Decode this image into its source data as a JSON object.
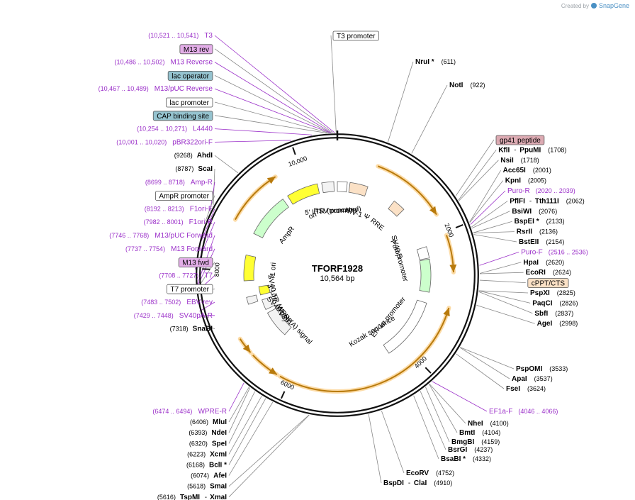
{
  "app": {
    "credit": "Created by",
    "brand": "SnapGene"
  },
  "map": {
    "name": "TFORF1928",
    "size_label": "10,564 bp",
    "length": 10564,
    "ticks": [
      {
        "pos": 2000,
        "label": "2000"
      },
      {
        "pos": 4000,
        "label": "4000"
      },
      {
        "pos": 6000,
        "label": "6000"
      },
      {
        "pos": 8000,
        "label": "8000"
      },
      {
        "pos": 10000,
        "label": "10,000"
      }
    ]
  },
  "labels": {
    "left": [
      {
        "kind": "feat",
        "range": "(10,521 .. 10,541)",
        "name": "T3",
        "pos": 10531
      },
      {
        "kind": "box",
        "name": "M13 rev",
        "color": "#e3aee8",
        "pos": 10510
      },
      {
        "kind": "feat",
        "range": "(10,486 .. 10,502)",
        "name": "M13 Reverse",
        "pos": 10494
      },
      {
        "kind": "box",
        "name": "lac operator",
        "color": "#95c3cf",
        "pos": 10485
      },
      {
        "kind": "feat",
        "range": "(10,467 .. 10,489)",
        "name": "M13/pUC Reverse",
        "pos": 10478
      },
      {
        "kind": "box",
        "name": "lac promoter",
        "color": "#ffffff",
        "pos": 10465
      },
      {
        "kind": "box",
        "name": "CAP binding site",
        "color": "#95c3cf",
        "pos": 10440
      },
      {
        "kind": "feat",
        "range": "(10,254 .. 10,271)",
        "name": "L4440",
        "pos": 10262
      },
      {
        "kind": "feat",
        "range": "(10,001 .. 10,020)",
        "name": "pBR322ori-F",
        "pos": 10010
      },
      {
        "kind": "enz",
        "range": "(9268)",
        "name": "AhdI",
        "pos": 9268
      },
      {
        "kind": "enz",
        "range": "(8787)",
        "name": "ScaI",
        "pos": 8787
      },
      {
        "kind": "feat",
        "range": "(8699 .. 8718)",
        "name": "Amp-R",
        "pos": 8708
      },
      {
        "kind": "box",
        "name": "AmpR promoter",
        "color": "#ffffff",
        "pos": 8580
      },
      {
        "kind": "feat",
        "range": "(8192 .. 8213)",
        "name": "F1ori-F",
        "pos": 8202
      },
      {
        "kind": "feat",
        "range": "(7982 .. 8001)",
        "name": "F1ori-R",
        "pos": 7991
      },
      {
        "kind": "feat",
        "range": "(7746 .. 7768)",
        "name": "M13/pUC Forward",
        "pos": 7757
      },
      {
        "kind": "feat",
        "range": "(7737 .. 7754)",
        "name": "M13 Forward",
        "pos": 7745
      },
      {
        "kind": "box",
        "name": "M13 fwd",
        "color": "#e3aee8",
        "pos": 7735
      },
      {
        "kind": "feat",
        "range": "(7708 .. 7727)",
        "name": "T7",
        "pos": 7717
      },
      {
        "kind": "box",
        "name": "T7 promoter",
        "color": "#ffffff",
        "pos": 7700
      },
      {
        "kind": "feat",
        "range": "(7483 .. 7502)",
        "name": "EBV-rev",
        "pos": 7492
      },
      {
        "kind": "feat",
        "range": "(7429 .. 7448)",
        "name": "SV40pA-R",
        "pos": 7438
      },
      {
        "kind": "enz",
        "range": "(7318)",
        "name": "SnaBI",
        "pos": 7318
      }
    ],
    "bottom_left": [
      {
        "kind": "feat",
        "range": "(6474 .. 6494)",
        "name": "WPRE-R",
        "pos": 6484
      },
      {
        "kind": "enz",
        "range": "(6406)",
        "name": "MluI",
        "pos": 6406
      },
      {
        "kind": "enz",
        "range": "(6393)",
        "name": "NdeI",
        "pos": 6393
      },
      {
        "kind": "enz",
        "range": "(6320)",
        "name": "SpeI",
        "pos": 6320
      },
      {
        "kind": "enz",
        "range": "(6223)",
        "name": "XcmI",
        "pos": 6223
      },
      {
        "kind": "enz",
        "range": "(6168)",
        "name": "BclI *",
        "pos": 6168
      },
      {
        "kind": "enz",
        "range": "(6074)",
        "name": "AfeI",
        "pos": 6074
      },
      {
        "kind": "enz",
        "range": "(5618)",
        "name": "SmaI",
        "pos": 5618
      },
      {
        "kind": "enz2",
        "range": "(5616)",
        "name": "TspMI",
        "name2": "XmaI",
        "pos": 5616
      }
    ],
    "right": [
      {
        "kind": "box",
        "name": "T3 promoter",
        "color": "#ffffff",
        "pos": 10550
      },
      {
        "kind": "enz",
        "name": "NruI *",
        "range": "(611)",
        "pos": 611
      },
      {
        "kind": "enz",
        "name": "NotI",
        "range": "(922)",
        "pos": 922
      },
      {
        "kind": "box",
        "name": "gp41 peptide",
        "color": "#dcaab2",
        "pos": 1650
      },
      {
        "kind": "enz2",
        "name": "KflI",
        "name2": "PpuMI",
        "range": "(1708)",
        "pos": 1708
      },
      {
        "kind": "enz",
        "name": "NsiI",
        "range": "(1718)",
        "pos": 1718
      },
      {
        "kind": "enz",
        "name": "Acc65I",
        "range": "(2001)",
        "pos": 2001
      },
      {
        "kind": "enz",
        "name": "KpnI",
        "range": "(2005)",
        "pos": 2005
      },
      {
        "kind": "feat",
        "name": "Puro-R",
        "range": "(2020 .. 2039)",
        "pos": 2030
      },
      {
        "kind": "enz2",
        "name": "PflFI",
        "name2": "Tth111I",
        "range": "(2062)",
        "pos": 2062
      },
      {
        "kind": "enz",
        "name": "BsiWI",
        "range": "(2076)",
        "pos": 2076
      },
      {
        "kind": "enz",
        "name": "BspEI *",
        "range": "(2133)",
        "pos": 2133
      },
      {
        "kind": "enz",
        "name": "RsrII",
        "range": "(2136)",
        "pos": 2136
      },
      {
        "kind": "enz",
        "name": "BstEII",
        "range": "(2154)",
        "pos": 2154
      },
      {
        "kind": "feat",
        "name": "Puro-F",
        "range": "(2516 .. 2536)",
        "pos": 2526
      },
      {
        "kind": "enz",
        "name": "HpaI",
        "range": "(2620)",
        "pos": 2620
      },
      {
        "kind": "enz",
        "name": "EcoRI",
        "range": "(2624)",
        "pos": 2624
      },
      {
        "kind": "box",
        "name": "cPPT/CTS",
        "color": "#fbe1c6",
        "pos": 2700
      },
      {
        "kind": "enz",
        "name": "PspXI",
        "range": "(2825)",
        "pos": 2825
      },
      {
        "kind": "enz",
        "name": "PaqCI",
        "range": "(2826)",
        "pos": 2826
      },
      {
        "kind": "enz",
        "name": "SbfI",
        "range": "(2837)",
        "pos": 2837
      },
      {
        "kind": "enz",
        "name": "AgeI",
        "range": "(2998)",
        "pos": 2998
      }
    ],
    "bottom_right": [
      {
        "kind": "enz",
        "name": "PspOMI",
        "range": "(3533)",
        "pos": 3533
      },
      {
        "kind": "enz",
        "name": "ApaI",
        "range": "(3537)",
        "pos": 3537
      },
      {
        "kind": "enz",
        "name": "FseI",
        "range": "(3624)",
        "pos": 3624
      },
      {
        "kind": "feat",
        "name": "EF1a-F",
        "range": "(4046 .. 4066)",
        "pos": 4056
      },
      {
        "kind": "enz",
        "name": "NheI",
        "range": "(4100)",
        "pos": 4100
      },
      {
        "kind": "enz",
        "name": "BmtI",
        "range": "(4104)",
        "pos": 4104
      },
      {
        "kind": "enz",
        "name": "BmgBI",
        "range": "(4159)",
        "pos": 4159
      },
      {
        "kind": "enz",
        "name": "BsrGI",
        "range": "(4237)",
        "pos": 4237
      },
      {
        "kind": "enz",
        "name": "BsaBI *",
        "range": "(4332)",
        "pos": 4332
      },
      {
        "kind": "enz",
        "name": "EcoRV",
        "range": "(4752)",
        "pos": 4752
      },
      {
        "kind": "enz2",
        "name": "BspDI",
        "name2": "ClaI",
        "range": "(4910)",
        "pos": 4910
      }
    ]
  },
  "outer_arcs": [
    {
      "start": 600,
      "end": 1720,
      "dir": 1
    },
    {
      "start": 2050,
      "end": 2600,
      "dir": 1
    },
    {
      "start": 3120,
      "end": 6150,
      "dir": -1
    },
    {
      "start": 6200,
      "end": 6650,
      "dir": -1
    },
    {
      "start": 6700,
      "end": 6950,
      "dir": -1
    },
    {
      "start": 8760,
      "end": 9620,
      "dir": 1
    }
  ],
  "inner_features": [
    {
      "name": "ori",
      "start": 9620,
      "end": 10200,
      "color": "#ffff33",
      "track": 1
    },
    {
      "name": "AmpR",
      "start": 8700,
      "end": 9520,
      "color": "#ccffcc",
      "track": 1
    },
    {
      "name": "f1 ori",
      "start": 7820,
      "end": 8290,
      "color": "#ffff33",
      "track": 1
    },
    {
      "name": "SV40 ori",
      "start": 7500,
      "end": 7680,
      "color": "#ffff33",
      "track": 2
    },
    {
      "name": "3' LTR (ΔU3)",
      "start": 7170,
      "end": 7390,
      "color": "#f3f3f3",
      "track": 2
    },
    {
      "name": "WPRE",
      "start": 6500,
      "end": 7090,
      "color": "#f3f3f3",
      "track": 2
    },
    {
      "name": "RSV promoter",
      "start": 10280,
      "end": 10500,
      "color": "#f3f3f3",
      "track": 1
    },
    {
      "name": "5' LTR (truncated)",
      "start": 0,
      "end": 180,
      "color": "#ffffff",
      "track": 1
    },
    {
      "name": "HIV-1 Ψ",
      "start": 230,
      "end": 560,
      "color": "#fbe1c6",
      "track": 1
    },
    {
      "name": "RRE",
      "start": 1100,
      "end": 1330,
      "color": "#fbe1c6",
      "track": 1
    },
    {
      "name": "SV40 promoter",
      "start": 2120,
      "end": 2330,
      "color": "#ffffff",
      "track": 1
    },
    {
      "name": "PuroR",
      "start": 2350,
      "end": 2950,
      "color": "#ccffcc",
      "track": 1
    },
    {
      "name": "EF-1α promoter",
      "start": 3150,
      "end": 4300,
      "color": "#ffffff",
      "track": 1
    },
    {
      "name": "SV40 poly(A) signal",
      "start": 7390,
      "end": 7520,
      "color": "#f3f3f3",
      "track": 1
    }
  ],
  "inner_labels": [
    {
      "name": "RSV promoter",
      "pos": 10530
    },
    {
      "name": "5' LTR (truncated)",
      "pos": 10450
    },
    {
      "name": "HIV-1 Ψ",
      "pos": 530
    },
    {
      "name": "RRE",
      "pos": 1120
    },
    {
      "name": "SV40 promoter",
      "pos": 2200
    },
    {
      "name": "PuroR",
      "pos": 1950
    },
    {
      "name": "EF-1α promoter",
      "pos": 3800
    },
    {
      "name": "Kozak sequence",
      "pos": 4350
    },
    {
      "name": "SV40 poly(A) signal",
      "pos": 6650
    },
    {
      "name": "3' LTR (ΔU3)",
      "pos": 7200
    },
    {
      "name": "WPRE",
      "pos": 6850
    },
    {
      "name": "AmpR",
      "pos": 9050
    },
    {
      "name": "ori",
      "pos": 9900
    },
    {
      "name": "f1 ori",
      "pos": 8050
    },
    {
      "name": "SV40 ori",
      "pos": 7600
    }
  ]
}
